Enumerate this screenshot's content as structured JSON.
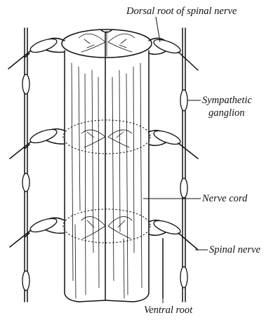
{
  "labels": {
    "dorsal_root": "Dorsal root of spinal nerve",
    "sympathetic_line1": "Sympathetic",
    "sympathetic_line2": "ganglion",
    "nerve_cord": "Nerve cord",
    "spinal_nerve": "Spinal nerve",
    "ventral_root": "Ventral root"
  }
}
